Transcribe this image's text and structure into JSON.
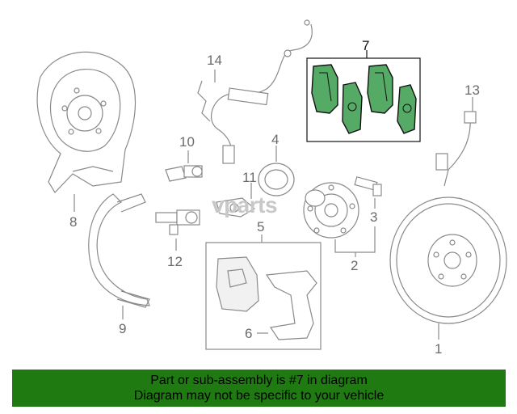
{
  "diagram": {
    "callouts": [
      "1",
      "2",
      "3",
      "4",
      "5",
      "6",
      "7",
      "8",
      "9",
      "10",
      "11",
      "12",
      "13",
      "14"
    ],
    "highlighted": "7"
  },
  "watermark": {
    "text": "vparts"
  },
  "banner": {
    "line1": "Part or sub-assembly is #7 in diagram",
    "line2": "Diagram may not be specific to your vehicle",
    "color": "#1f7a12"
  },
  "highlight_color": "#55aa66"
}
